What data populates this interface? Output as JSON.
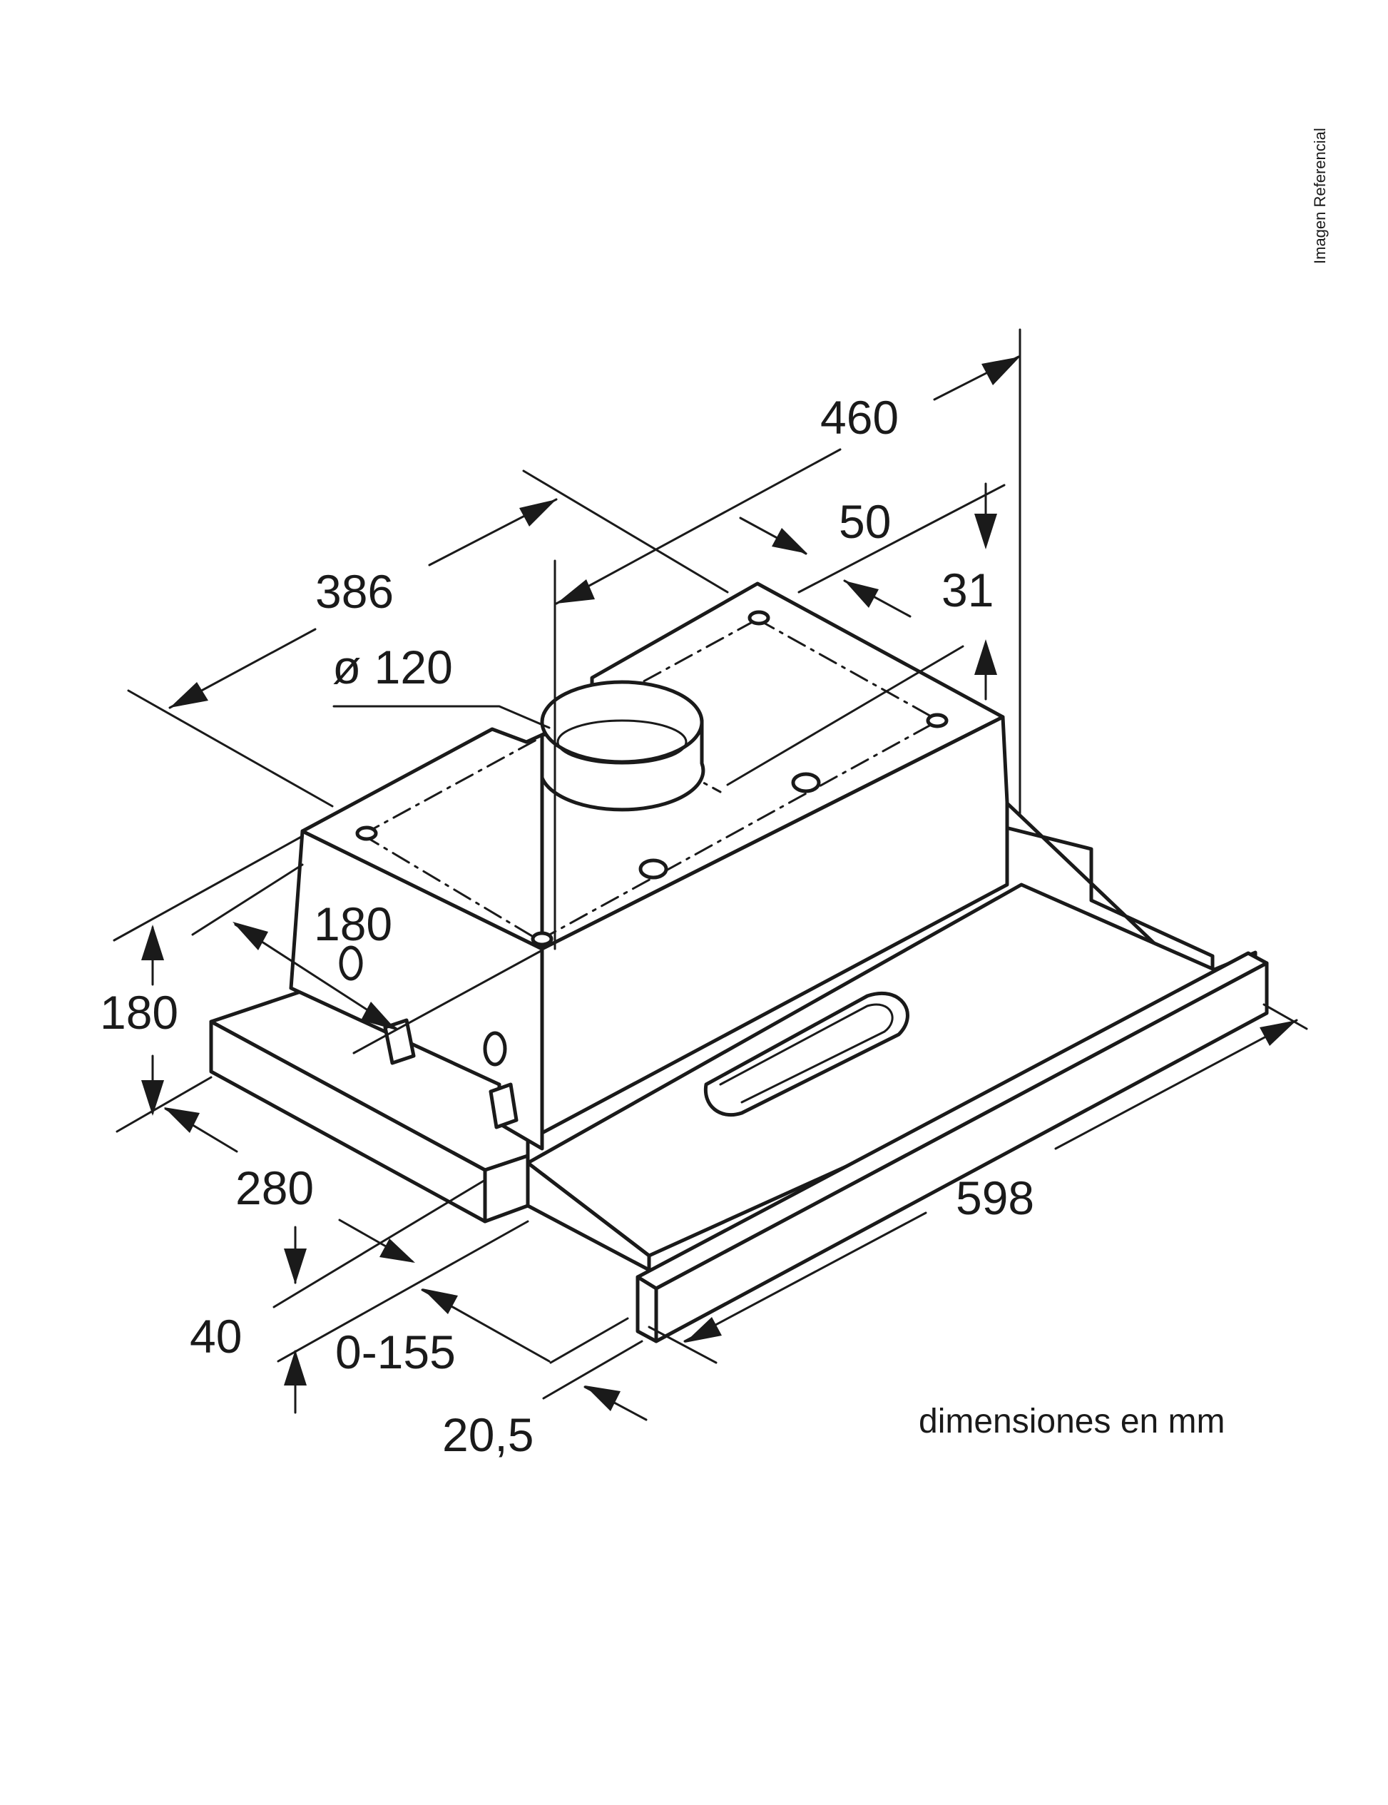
{
  "reference_label": "Imagen Referencial",
  "units_note": "dimensiones en mm",
  "dimensions": {
    "width": "598",
    "depth_top": "460",
    "depth_body": "386",
    "duct_diameter": "ø 120",
    "height": "180",
    "side_depth": "180",
    "front_depth": "280",
    "offset_50": "50",
    "offset_31": "31",
    "panel_40": "40",
    "extension": "0-155",
    "front_20_5": "20,5"
  }
}
